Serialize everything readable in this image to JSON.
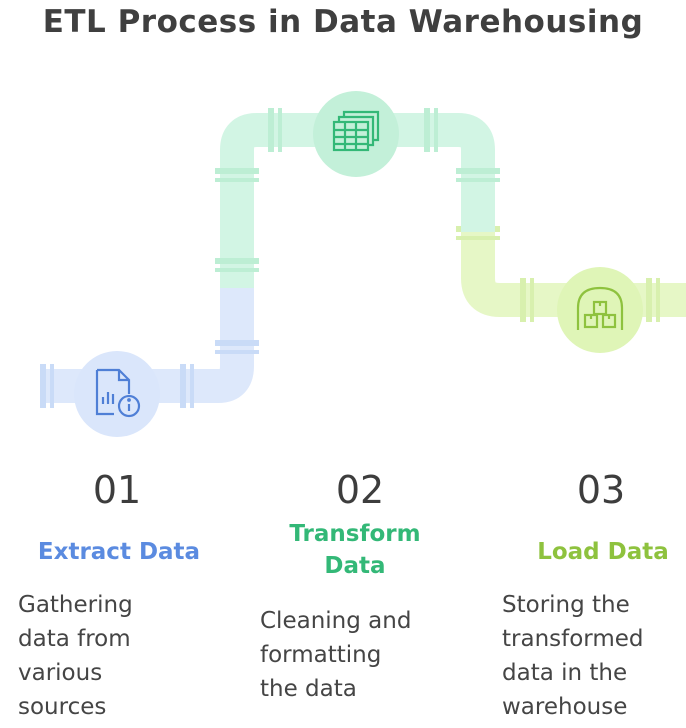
{
  "title": "ETL Process in Data Warehousing",
  "colors": {
    "extract": "#5b8be0",
    "transform": "#33b877",
    "load": "#8ec23e",
    "pipe_extract": "#dde8fb",
    "pipe_transform": "#d2f5e4",
    "pipe_load": "#e6f7c6"
  },
  "steps": [
    {
      "number": "01",
      "title": "Extract Data",
      "description": [
        "Gathering",
        "data from",
        "various",
        "sources"
      ],
      "icon": "document-info-icon"
    },
    {
      "number": "02",
      "title": [
        "Transform",
        "Data"
      ],
      "description": [
        "Cleaning and",
        "formatting",
        "the data"
      ],
      "icon": "table-icon"
    },
    {
      "number": "03",
      "title": "Load Data",
      "description": [
        "Storing the",
        "transformed",
        "data in the",
        "warehouse"
      ],
      "icon": "warehouse-icon"
    }
  ]
}
